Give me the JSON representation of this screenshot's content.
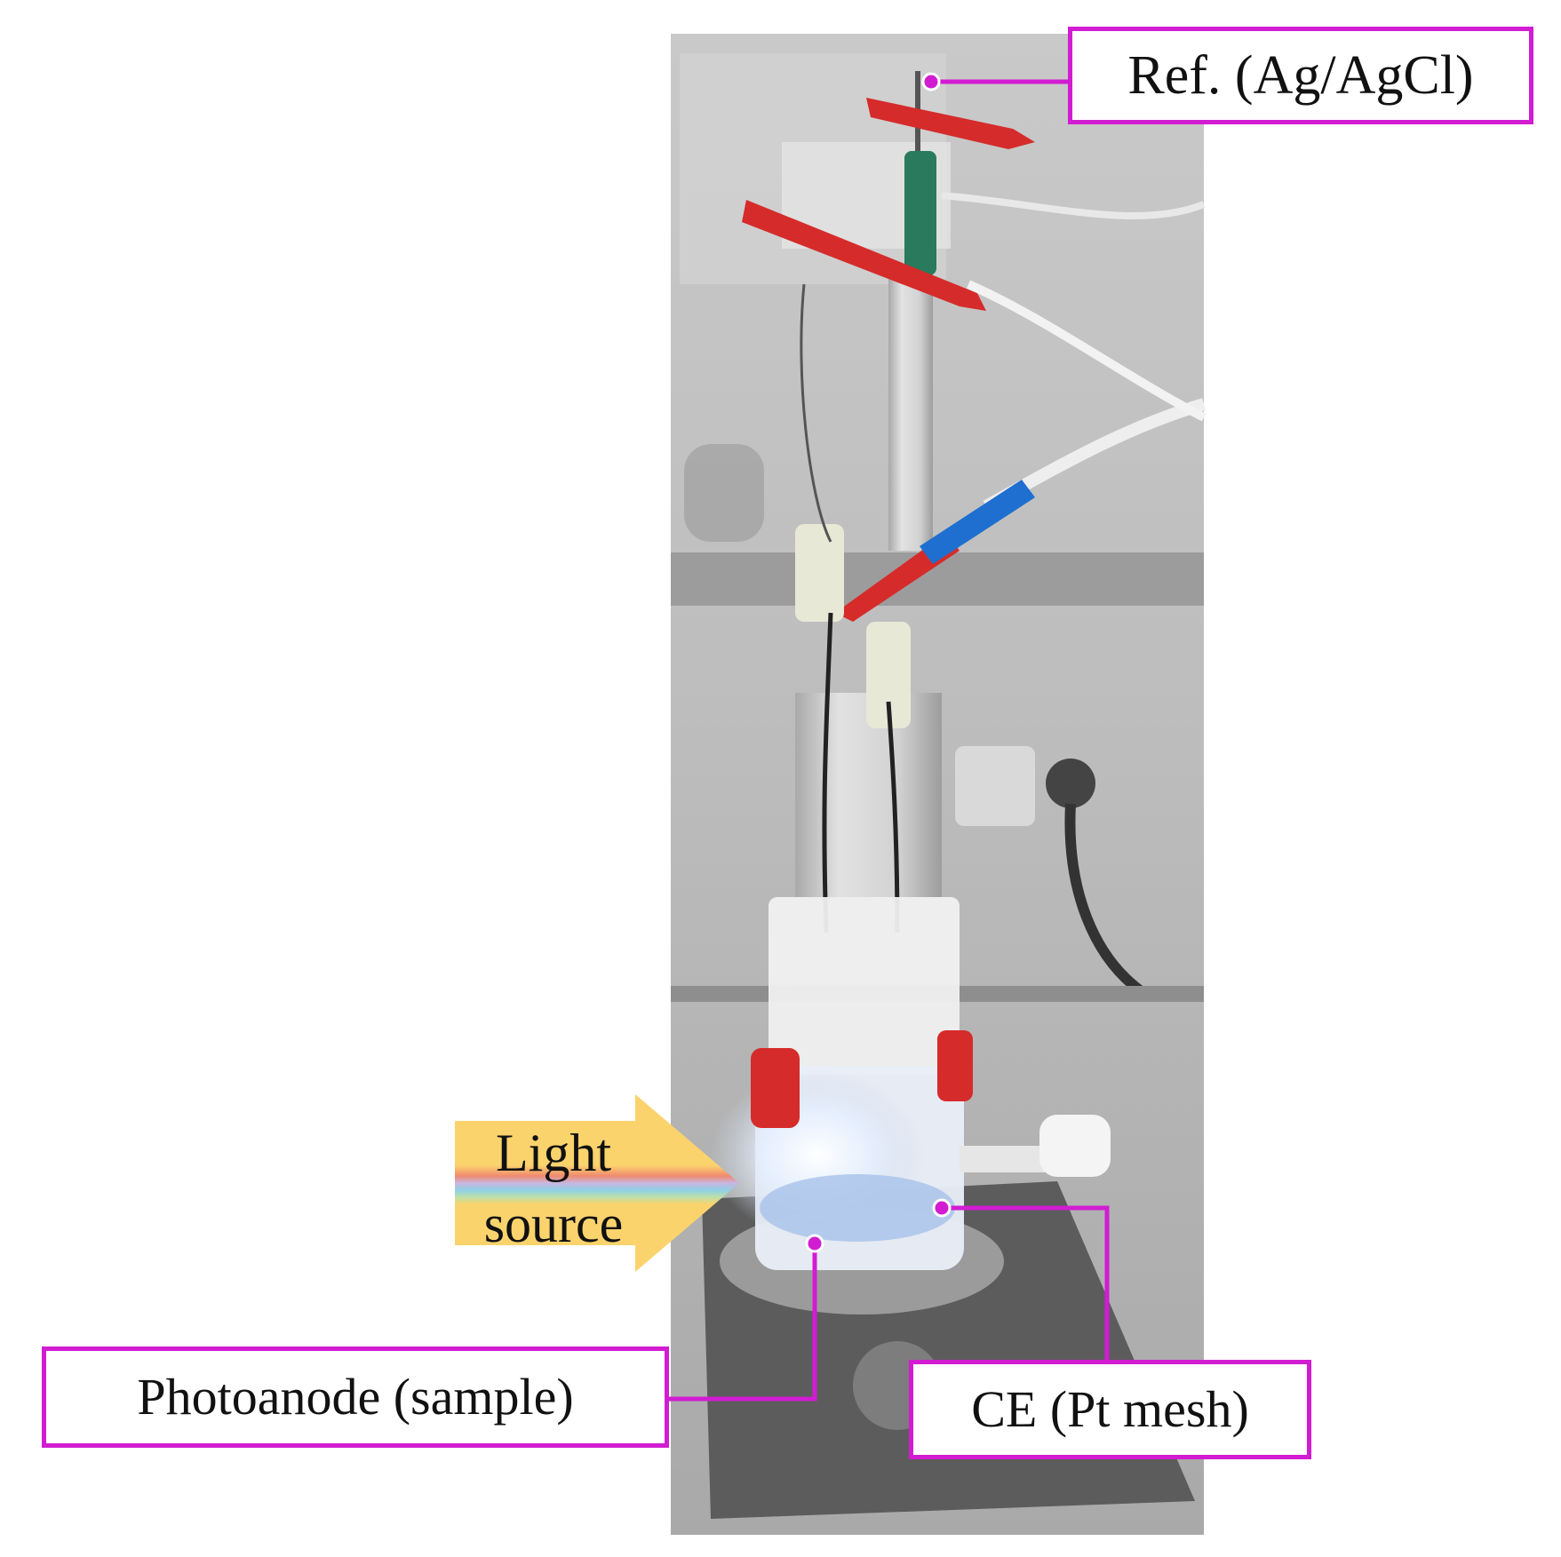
{
  "labels": {
    "reference": "Ref. (Ag/AgCl)",
    "photoanode": "Photoanode (sample)",
    "counter": "CE (Pt mesh)"
  },
  "light": {
    "line1": "Light",
    "line2": "source"
  },
  "colors": {
    "callout": "#d21cd2",
    "arrow": "#fbd36d",
    "clip_red": "#d62b2b",
    "clip_blue": "#1e6fd0",
    "clip_green": "#2a7a5d"
  }
}
